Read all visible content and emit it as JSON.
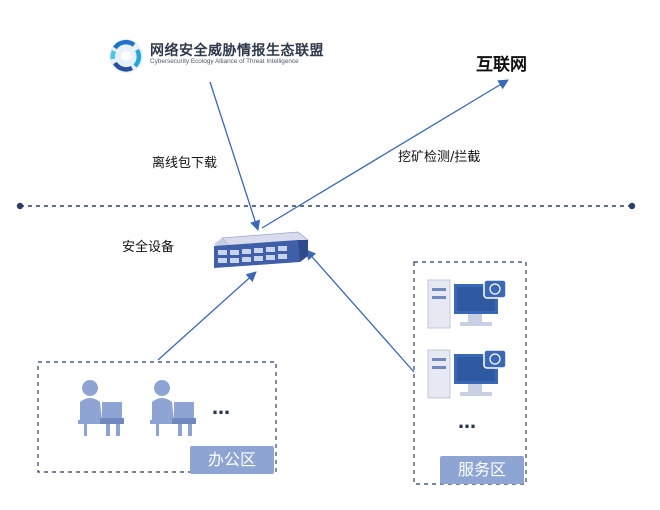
{
  "logo": {
    "name_cn": "网络安全威胁情报生态联盟",
    "name_en": "Cybersecurity  Ecology Alliance of Threat Intelligence",
    "icon": "alliance-logo-icon"
  },
  "nodes": {
    "internet": "互联网",
    "security_device": "安全设备",
    "office_zone": "办公区",
    "server_zone": "服务区",
    "office_more": "…",
    "server_more": "…"
  },
  "edges": {
    "offline_download": "离线包下载",
    "mining_detect": "挖矿检测/拦截"
  },
  "colors": {
    "arrow": "#3a68b4",
    "dashed_line": "#2b3f66",
    "zone_border": "#2b3f66",
    "tag_bg": "#8ea5d3",
    "switch_top": "#d8dcec",
    "switch_front": "#3f5fa8",
    "person": "#8ea5d3",
    "monitor": "#3a68b4"
  }
}
